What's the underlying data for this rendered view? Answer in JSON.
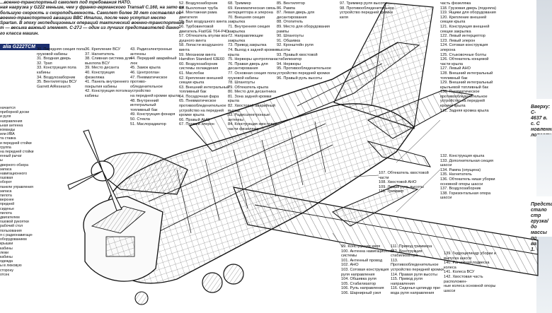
{
  "intro": {
    "text": "...военно-транспортный самолет под требования НАТО.\nная нагрузка у G222 меньше, чем у франко-германского Transall C.160, на зато он\nбольшую скорость и скороподъемность. Самолет более 30 лет составлял ос-\nвоенно-транспортной авиации ВВС Италии, после чего уступил место\nSpartan. В эпоху экспедиционных операций тактический военно-транспортный\nт — весьма важный элемент. С-27J — один из лучших представителей данно-\nго класса машин."
  },
  "title_bar": {
    "text": "alia G222TCM"
  },
  "legend": {
    "col1": "30. Передняя секция пола\nгрузовой кабины\n31. Входная дверь\n32. Трап\n33. Конструкция пола\nкабины\n34. Воздухозаборник\n35. Вентиляторы ВСУ\nGarrett AiResearch",
    "col2": "36. Крепление ВСУ\n37. Нагнетатель\n38. Сливная система для\nвыхлопа ВСУ\n39. Место десанта\n40. Конструкция фюзеляжа\n41. Панель внутреннего\nпокрытия кабины\n42. Конструкция потолка\nкабины",
    "col3": "43. Радиоэлектронные антенны\n44. Передний аварийный\nлюк\n45. Замок крыла\n46. Центроплан\n47. Пневматическое противо-\nобледенительное устройство\nна передней кромке крыла\n48. Внутренний интегральный\nтопливный бак\n49. Конструкция фонаря\n50. Стекла\n51. Маслорадиатор",
    "col4": "52. Воздухозаборник\n53. Выхлопная труба\n54. Монтажная рама\nдвигателя\n55. Вал воздушного винта\n56. Турбовинтовой\nдвигатель Fiat/GE T64-P4D\n57. Обтекатель втулки воз-\nдушного винта\n58. Лопасти воздушного\nвинта\n59. Механизм винта\nHamilton Standard 63E60\n60. Воздухозаборник\nсистемы охлаждения\n61. Маслобак\n62. Крепление внешней\nсекции крыла\n63. Внешний интегральный\nтопливный бак\n64. Посадочная фара\n65. Пневматическое\nпротивообледенительное\nустройство на передней\nкромке крыла\n66. Правый АНО\n67. Правый элерон",
    "col5": "68. Триммер\n69. Кинематическая связь\nинтерцептора и элерона\n70. Внешняя секция\nзакрылка\n71. Внутренняя секция\nзакрылка\n72. Направляющие закрылка\n73. Привод закрылка\n74. Выход к задней кромке\nкрыла\n75. Нервюры центроплана\n76. Правая дверь для\nдесантирования\n77. Основная секция пола\nгрузовой кабины\n78. Шпангоуты\n79. Обтекатель крыла\n80. Место для десантника\n81. Зона задней кромки\nкрыла\n82. Хвостовой аварийный\nвыход\n83. Радиоэлектронные\nантенны\n84. Конструкция хвостовой\nчасти фюзеляжа",
    "col6": "85. Вентилятор\n86. Рампа\n87. Левая дверь для\nдесантирования\n88. Отопитель\n89. Место для оборудования\nрампы\n90. Шпангоуты\n91. Обшивка\n92. Кронштейн руля\nвысоты\n93. Правый хвостовой\nстабилизатор\n94. Нервюры\n95. Противообледенительное\nустройство передней кромки\n96. Правый руль высоты",
    "col7": "97. Триммер руля высоты\n98. Противообледенительное\nустройство передней кромки\nкиля",
    "col8": "часть фюзеляжа\n118. Грузовая дверь (подняла)\n119. Ящики для оборудования\n120. Крепление внешней\nсекции крыла\n121. Конструкция внешней\nсекции закрылка\n122. Левый интерцептор\n123. Левый элерон\n124. Сотовая конструкция\nэлерона\n125. Стыковочные болты\n126. Обтекатель концевой\nчасти крыла\n127. Левый АНО\n128. Внешний интегральный\nтопливный бак\n129. Внешний интегральный\nкрыльевой топливный бак\n130. Пневматическое\nпротивообледенительное\nустройство на передней\nкромке крыла\n131. Задняя кромка крыла",
    "col9": "107. Обтекатель хвостовой\nчасти\n108. Хвостовой АНО\n109. Левый руль высоты\n110. Триммер",
    "col10": "132. Конструкция крыла\n133. Дополнительная секция\nшасси\n134. Рампа (опущена)\n135. Нагнетатель\n136. Обтекатель ниши уборки\nосновной опоры шасси\n137. Воздухозаборник\n138. Горизонтальная опора\nшасси",
    "col11": "99. Конструкция киля\n100. Антенна навигационной\nсистемы\n101. Антенный провод\n102. АНО\n103. Сотовая конструкция\nруля направления\n104. Обшивка руля\n105. Стабилизатор\n106. Руль направления\n106. Шарнирный узел",
    "col12": "111. Привод триммера\n112. Конструкция\nстабилизатора\n113. Противообледенительное\nустройство передней кромки\n114. Правая руля высоты\n115. Привод руля\nнаправления\n116. Сиденья цилиндр при-\nвода руля направления",
    "col13": "139. Гидроцилиндр уборки и\nвыпуска шасси\n140. Рычажная подвеска\nколеса\n141. Колеса ВСУ\n142. Хвостовая часть\nрасположен-\nные колеса основной опоры\nшасси",
    "left_strip": "начается\nприборной доски\nи руля направления\nьная антенна\nкоманды\nили ИВА\nта ставка\nи передней стойки\nгруппа\nна передней стойки\nенный рычаг\nы\nдверного обзора\nзапаса\nнавигационного\nгазовая\nоборот\nпанели управления\nзапаса\nпилота\nверхнее\nпредней\nсиденье\nпилота\nдвигателем\nгазовой рукоятки\nрабочий стол\nпользования\nя с радионавигаци-\nоборудованием\nкрышки\nкабины\nлюки\nкабины\nодежда\nы в люковую\nсторону\nотсек"
  },
  "right_captions": {
    "top": "Вверху: С-\n4637 в. с. С\nновленны\nлопастн",
    "bottom": "Представ\nстало стр\nгрузка/до\nмассы пол\nвает на 1."
  }
}
